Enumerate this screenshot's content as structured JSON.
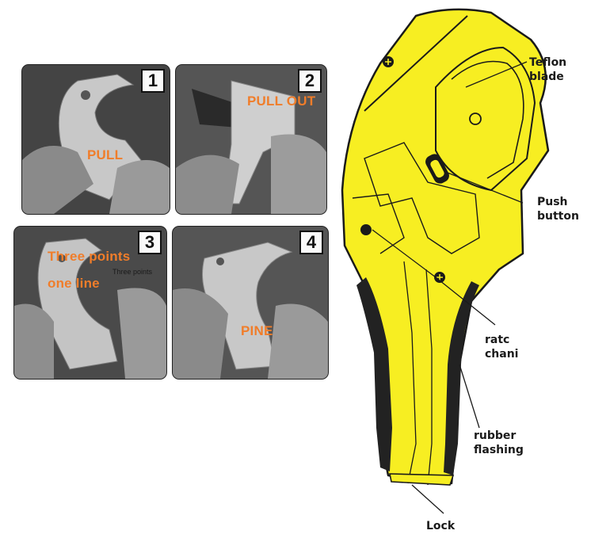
{
  "steps": [
    {
      "number": "1",
      "label": "PULL"
    },
    {
      "number": "2",
      "label": "PULL OUT"
    },
    {
      "number": "3",
      "label_line1": "Three points",
      "label_line2": "one line",
      "caption": "Three points"
    },
    {
      "number": "4",
      "label": "PINE"
    }
  ],
  "callouts": {
    "teflon_line1": "Teflon",
    "teflon_line2": "blade",
    "push_line1": "Push",
    "push_line2": "button",
    "ratc_line1": "ratc",
    "ratc_line2": "chani",
    "rubber_line1": "rubber",
    "rubber_line2": "flashing",
    "lock": "Lock"
  },
  "colors": {
    "tool_body": "#f7ee22",
    "tool_outline": "#1a1a1a",
    "grip": "#222222",
    "label_orange": "#f07d2a"
  }
}
